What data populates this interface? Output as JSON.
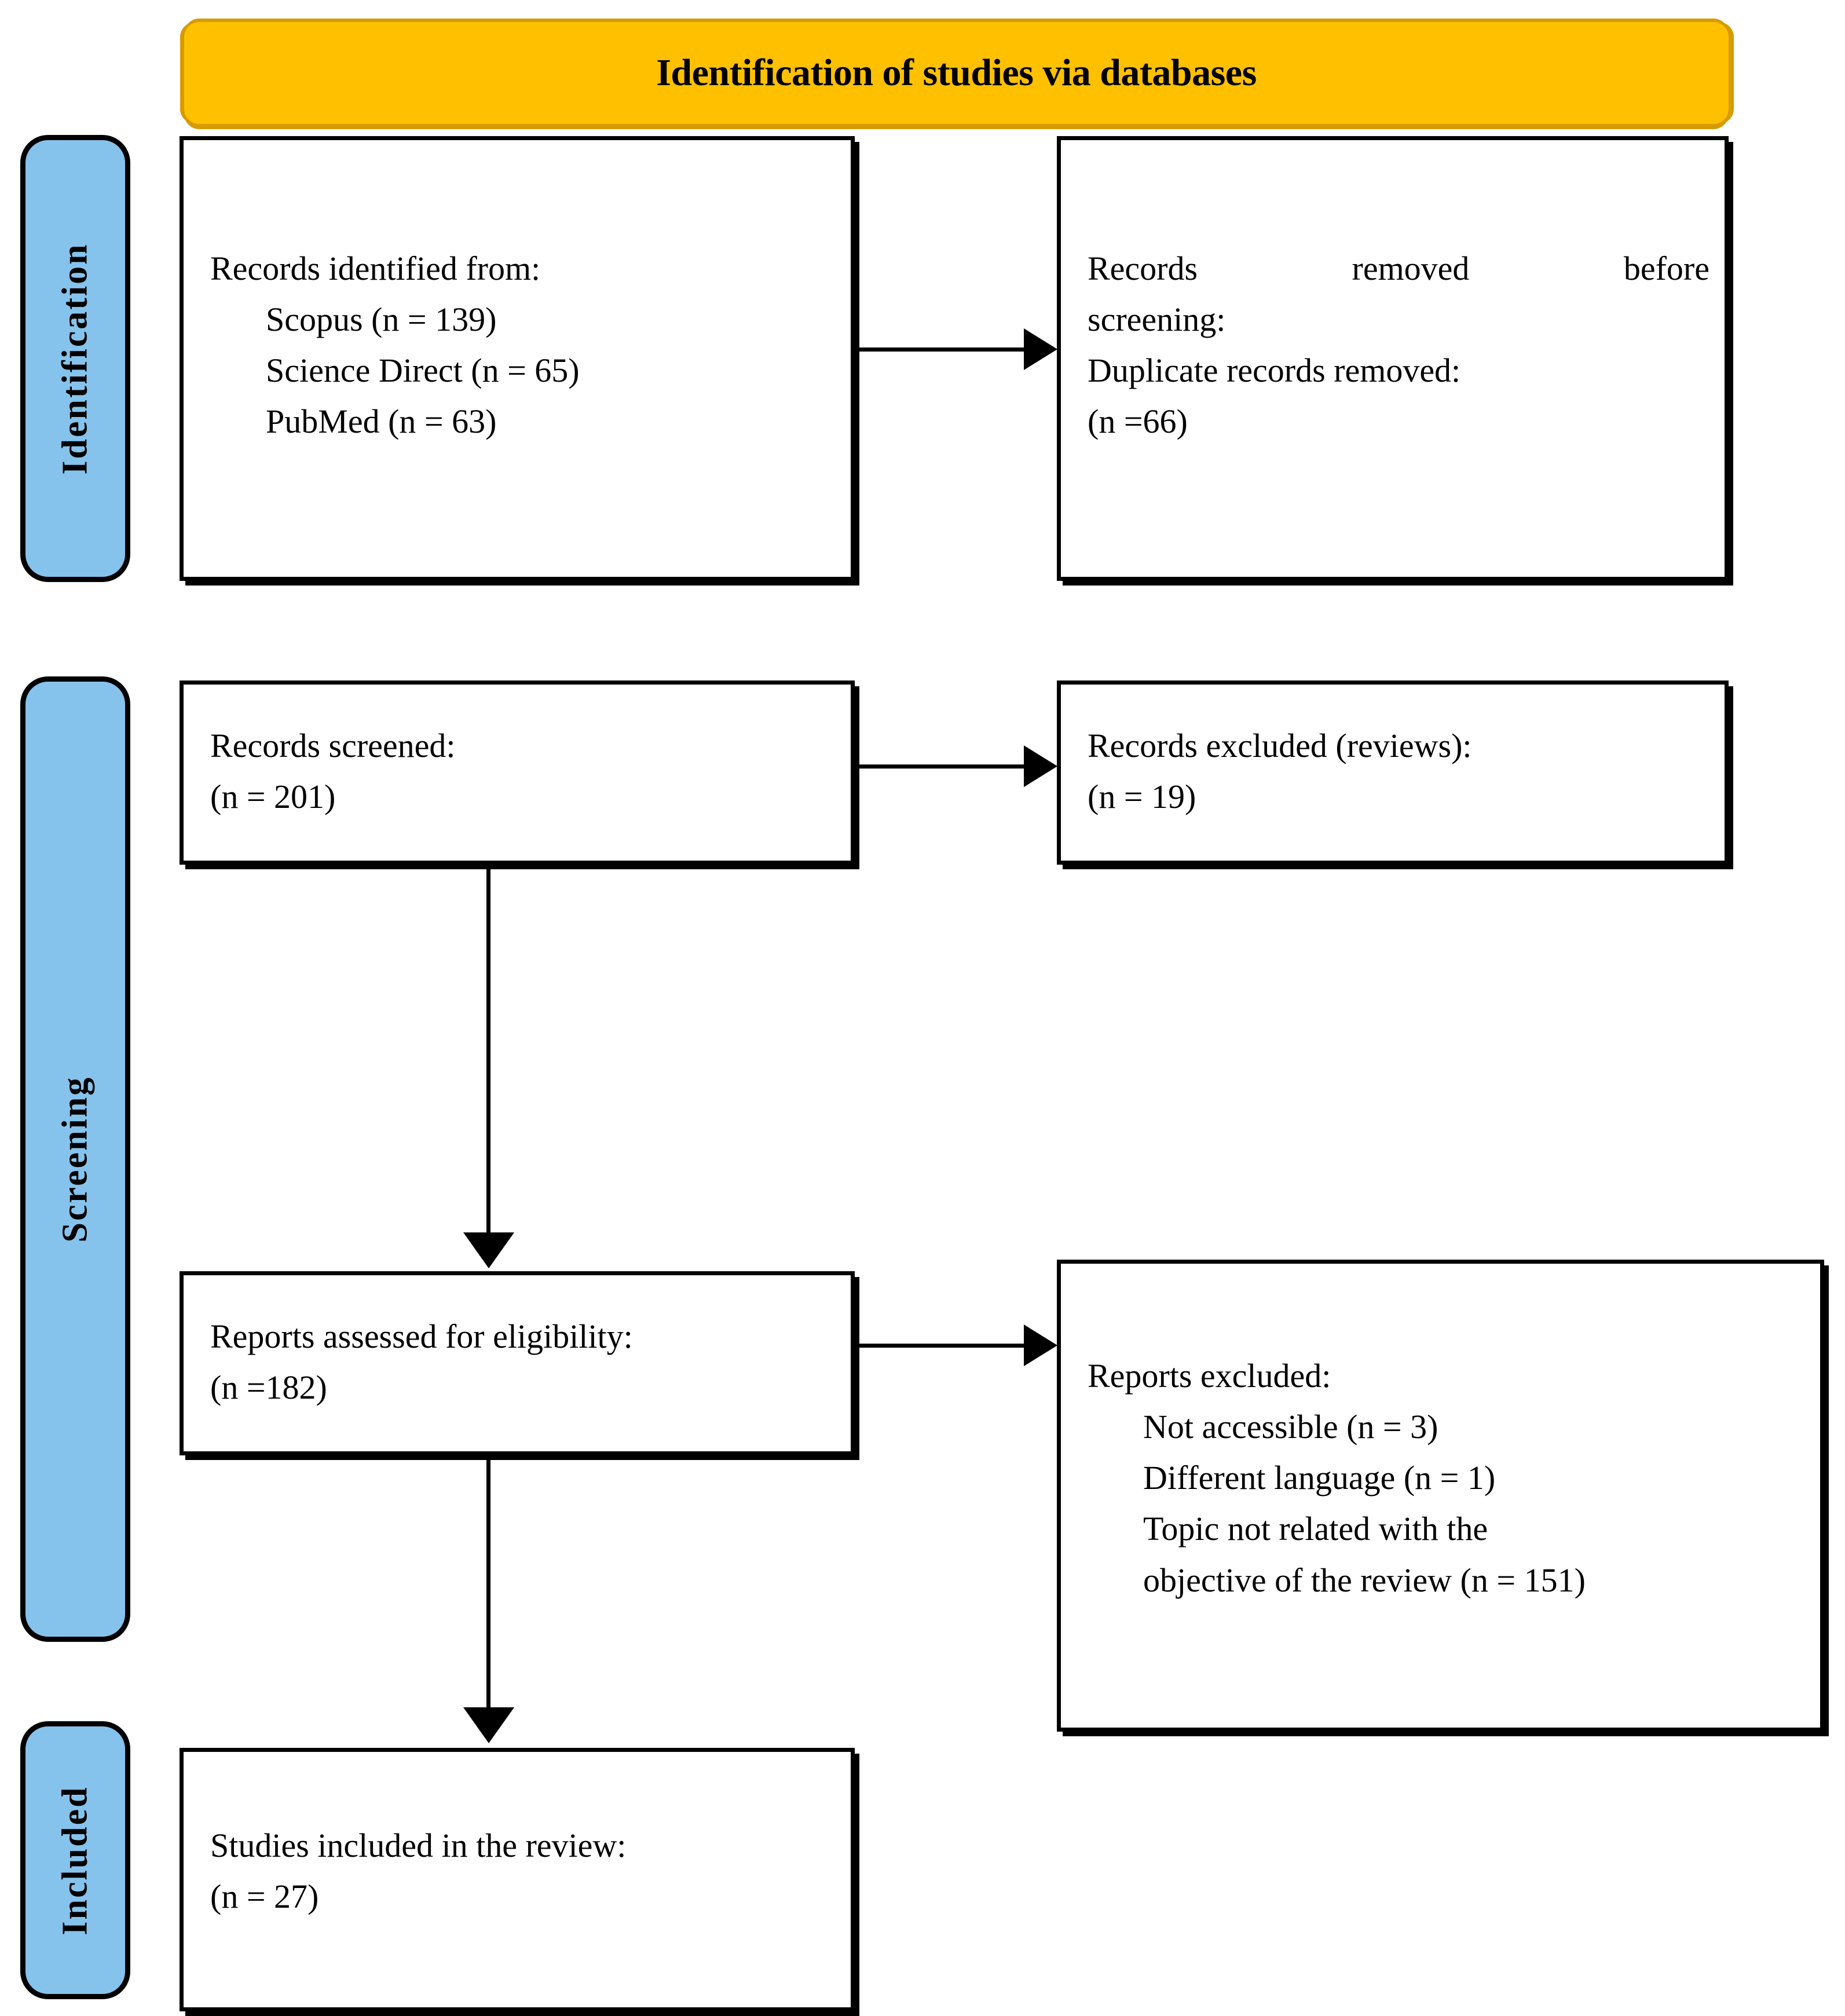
{
  "diagram": {
    "type": "prisma-flow-diagram",
    "header": {
      "title": "Identification of studies via databases",
      "color": "#FFC000"
    },
    "stages": [
      {
        "id": "identification",
        "label": "Identification",
        "color": "#86C3EC"
      },
      {
        "id": "screening",
        "label": "Screening",
        "color": "#86C3EC"
      },
      {
        "id": "included",
        "label": "Included",
        "color": "#86C3EC"
      }
    ],
    "boxes": {
      "identified": {
        "lead": "Records identified from:",
        "items": [
          "Scopus (n = 139)",
          "Science Direct (n = 65)",
          "PubMed (n = 63)"
        ]
      },
      "removed_before_screening": {
        "line1": "Records removed before",
        "line2": "screening:",
        "line3": "Duplicate records removed:",
        "line4": "(n =66)"
      },
      "records_screened": {
        "lead": "Records screened:",
        "count": "(n = 201)"
      },
      "records_excluded_reviews": {
        "lead": "Records excluded (reviews):",
        "count": "(n = 19)"
      },
      "reports_assessed": {
        "lead": "Reports assessed for eligibility:",
        "count": "(n =182)"
      },
      "reports_excluded": {
        "lead": "Reports excluded:",
        "items": [
          "Not accessible (n = 3)",
          "Different language (n = 1)",
          "Topic not related with the",
          "objective of the review (n = 151)"
        ]
      },
      "studies_included": {
        "lead": "Studies included in the review:",
        "count": "(n = 27)"
      }
    }
  },
  "chart_data": {
    "type": "table",
    "title": "Identification of studies via databases",
    "categories": [
      "Scopus",
      "Science Direct",
      "PubMed",
      "Duplicate records removed",
      "Records screened",
      "Records excluded (reviews)",
      "Reports assessed for eligibility",
      "Not accessible",
      "Different language",
      "Topic not related with the objective of the review",
      "Studies included in the review"
    ],
    "values": [
      139,
      65,
      63,
      66,
      201,
      19,
      182,
      3,
      1,
      151,
      27
    ],
    "xlabel": "",
    "ylabel": "n"
  }
}
